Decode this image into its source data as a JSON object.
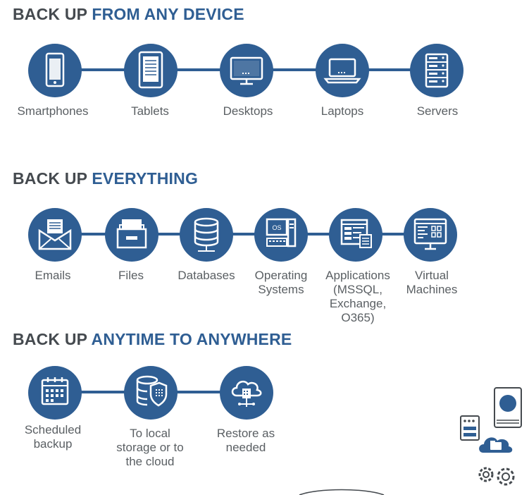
{
  "sections": [
    {
      "heading_prefix": "BACK UP",
      "heading_highlight": "FROM ANY DEVICE",
      "items": [
        {
          "label": "Smartphones",
          "icon": "smartphone-icon"
        },
        {
          "label": "Tablets",
          "icon": "tablet-icon"
        },
        {
          "label": "Desktops",
          "icon": "desktop-icon"
        },
        {
          "label": "Laptops",
          "icon": "laptop-icon"
        },
        {
          "label": "Servers",
          "icon": "server-rack-icon"
        }
      ]
    },
    {
      "heading_prefix": "BACK UP",
      "heading_highlight": "EVERYTHING",
      "items": [
        {
          "label": "Emails",
          "icon": "email-icon"
        },
        {
          "label": "Files",
          "icon": "file-drawer-icon"
        },
        {
          "label": "Databases",
          "icon": "database-icon"
        },
        {
          "label": "Operating\nSystems",
          "icon": "operating-system-icon",
          "icon_text": "OS"
        },
        {
          "label": "Applications\n(MSSQL,\nExchange,\nO365)",
          "icon": "application-window-icon"
        },
        {
          "label": "Virtual\nMachines",
          "icon": "virtual-machine-icon"
        }
      ]
    },
    {
      "heading_prefix": "BACK UP",
      "heading_highlight": "ANYTIME TO ANYWHERE",
      "items": [
        {
          "label": "Scheduled\nbackup",
          "icon": "calendar-icon"
        },
        {
          "label": "To local\nstorage or to\nthe cloud",
          "icon": "storage-shield-icon"
        },
        {
          "label": "Restore as\nneeded",
          "icon": "cloud-restore-icon"
        }
      ]
    }
  ],
  "decoration": {
    "icons": [
      "hard-drive-icon",
      "server-box-icon",
      "cloud-folder-icon",
      "gears-icon"
    ]
  },
  "colors": {
    "accent": "#2f5e93",
    "heading_dark": "#454a4f",
    "label_gray": "#5a5f63"
  }
}
